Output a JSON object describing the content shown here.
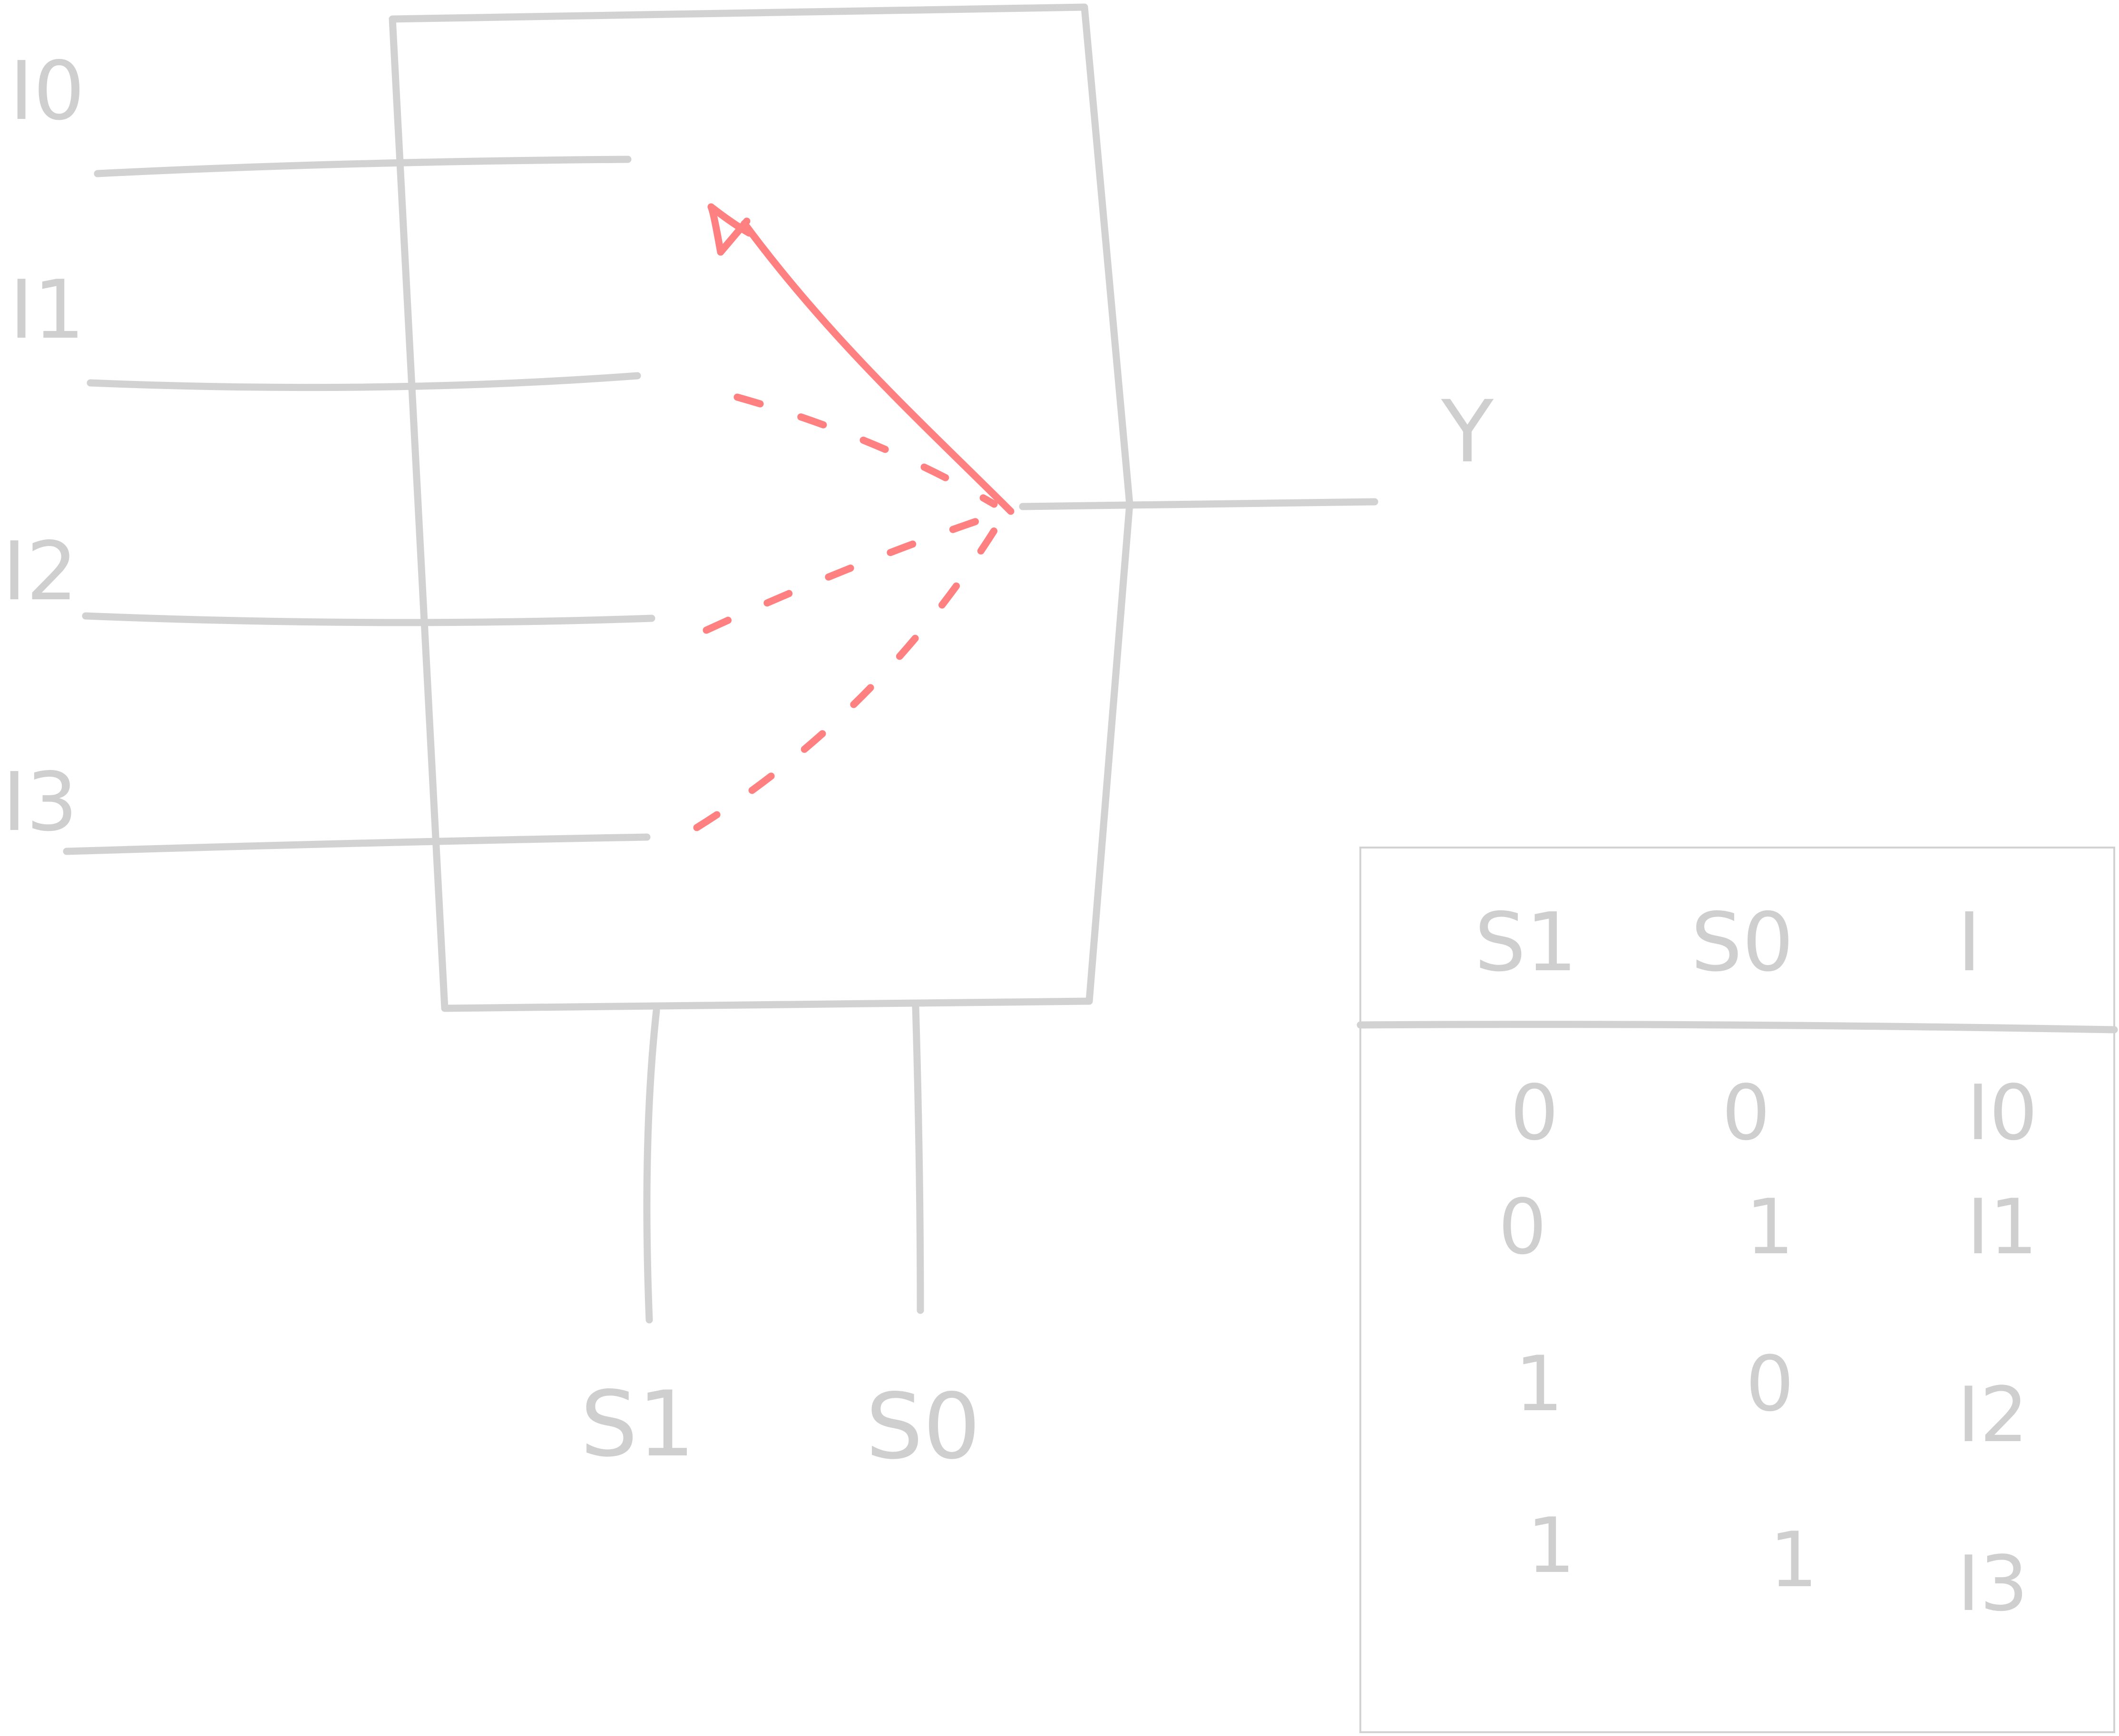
{
  "mux": {
    "inputs": [
      "I0",
      "I1",
      "I2",
      "I3"
    ],
    "output": "Y",
    "selects": [
      "S1",
      "S0"
    ]
  },
  "truth_table": {
    "headers": [
      "S1",
      "S0",
      "I"
    ],
    "rows": [
      [
        "0",
        "0",
        "I0"
      ],
      [
        "0",
        "1",
        "I1"
      ],
      [
        "1",
        "0",
        "I2"
      ],
      [
        "1",
        "1",
        "I3"
      ]
    ]
  },
  "colors": {
    "ink": "#d2d2d2",
    "highlight": "#ff8080"
  }
}
